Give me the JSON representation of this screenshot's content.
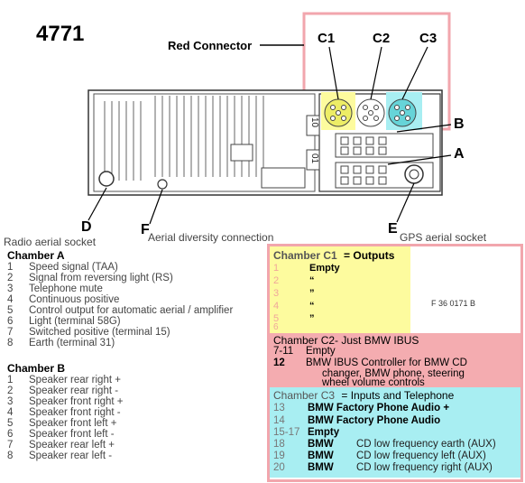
{
  "title": "4771",
  "red_connector_label": "Red Connector",
  "connectors": [
    "C1",
    "C2",
    "C3"
  ],
  "radio_labels": {
    "b": "B",
    "a": "A",
    "d": "D",
    "f": "F",
    "e": "E",
    "d_text": "Radio aerial socket",
    "f_text": "Aerial diversity connection",
    "e_text": "GPS aerial socket",
    "side_10": "10",
    "side_01": "01"
  },
  "chamber_a": {
    "heading": "Chamber A",
    "rows": [
      {
        "n": "1",
        "t": "Speed signal (TAA)"
      },
      {
        "n": "2",
        "t": "Signal from reversing light (RS)"
      },
      {
        "n": "3",
        "t": "Telephone mute"
      },
      {
        "n": "4",
        "t": "Continuous positive"
      },
      {
        "n": "5",
        "t": "Control output for automatic aerial / amplifier"
      },
      {
        "n": "6",
        "t": "Light (terminal 58G)"
      },
      {
        "n": "7",
        "t": "Switched positive (terminal 15)"
      },
      {
        "n": "8",
        "t": "Earth (terminal 31)"
      }
    ]
  },
  "chamber_b": {
    "heading": "Chamber B",
    "rows": [
      {
        "n": "1",
        "t": "Speaker rear right +"
      },
      {
        "n": "2",
        "t": "Speaker rear right -"
      },
      {
        "n": "3",
        "t": "Speaker front right +"
      },
      {
        "n": "4",
        "t": "Speaker front right -"
      },
      {
        "n": "5",
        "t": "Speaker front left +"
      },
      {
        "n": "6",
        "t": "Speaker front left -"
      },
      {
        "n": "7",
        "t": "Speaker rear left +"
      },
      {
        "n": "8",
        "t": "Speaker rear left -"
      }
    ]
  },
  "c1": {
    "title_a": "Chamber C1",
    "title_b": "= Outputs",
    "r1n": "1",
    "r1t": "Empty",
    "r2n": "2",
    "r2t": "“",
    "r3n": "3",
    "r3t": "”",
    "r4n": "4",
    "r4t": "“",
    "r5n": "5",
    "r5t": "”",
    "r6n": "6",
    "figure_id": "F 36 0171 B"
  },
  "c2": {
    "title": "Chamber C2- Just BMW IBUS",
    "r1n": "7-11",
    "r1t": "Empty",
    "r2n": "12",
    "r2t1": "BMW IBUS Controller for BMW CD",
    "r2t2": "changer, BMW phone, steering",
    "r2t3": "wheel volume controls"
  },
  "c3": {
    "title_a": "Chamber C3",
    "title_b": "= Inputs and Telephone",
    "r1n": "13",
    "r1t": "BMW Factory Phone Audio   +",
    "r2n": "14",
    "r2t": "BMW Factory Phone Audio",
    "r3n": "15-17",
    "r3t": "Empty",
    "r4n": "18",
    "r4t": "BMW",
    "r4d": "CD low frequency earth (AUX)",
    "r5n": "19",
    "r5t": "BMW",
    "r5d": "CD low frequency left (AUX)",
    "r6n": "20",
    "r6t": "BMW",
    "r6d": "CD low frequency right (AUX)"
  },
  "colors": {
    "red_box": "#f2a6ad",
    "c1_fill": "#fdfb9e",
    "c2_fill": "#f4acb0",
    "c3_fill": "#a8eef2",
    "c1_pins": "#eded66",
    "c3_pins": "#66d4d8",
    "muted_num": "#f0a89a"
  }
}
